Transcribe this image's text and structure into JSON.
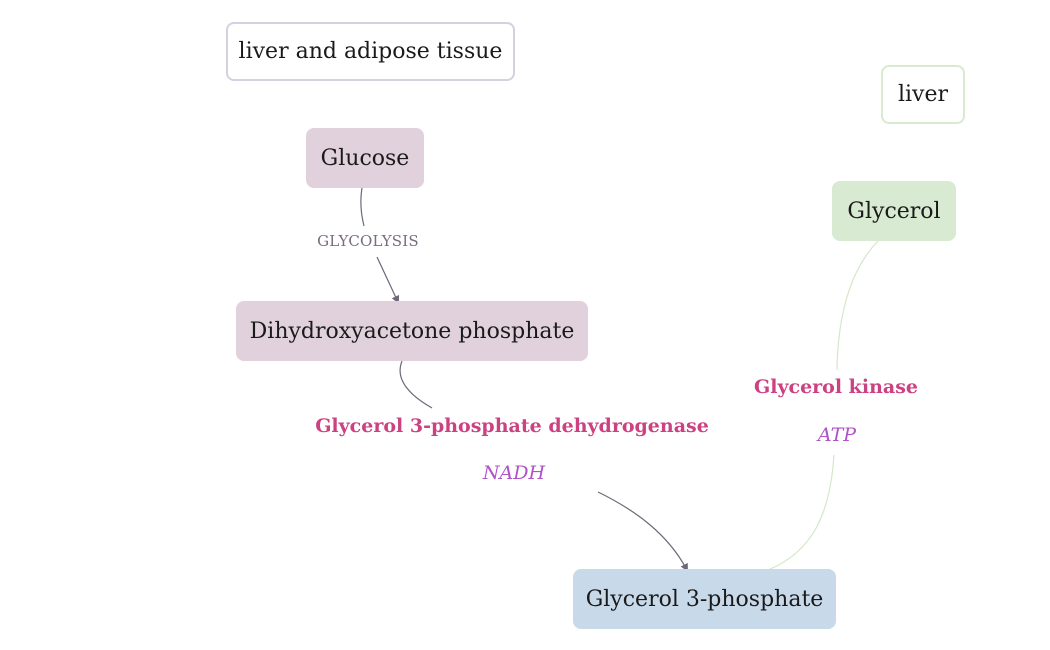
{
  "colors": {
    "region_liver_adipose_border": "#d4d2e0",
    "region_liver_border": "#d8ead0",
    "node_glucose": "#e0d1dc",
    "node_dhap": "#e0d1dc",
    "node_glycerol": "#d8ead2",
    "node_g3p": "#c8d9ea",
    "edge_dark": "#6e6878",
    "edge_light": "#d4e8c8",
    "process_label": "#7a6b80",
    "enzyme_label": "#cc4181",
    "cofactor_label": "#b052c8"
  },
  "regions": {
    "liver_adipose": "liver and adipose tissue",
    "liver": "liver"
  },
  "nodes": {
    "glucose": "Glucose",
    "dhap": "Dihydroxyacetone phosphate",
    "glycerol": "Glycerol",
    "g3p": "Glycerol 3-phosphate"
  },
  "edges": {
    "glycolysis": {
      "process": "GLYCOLYSIS"
    },
    "dhap_to_g3p": {
      "enzyme": "Glycerol 3-phosphate dehydrogenase",
      "cofactor": "NADH"
    },
    "glycerol_to_g3p": {
      "enzyme": "Glycerol kinase",
      "cofactor": "ATP"
    }
  }
}
